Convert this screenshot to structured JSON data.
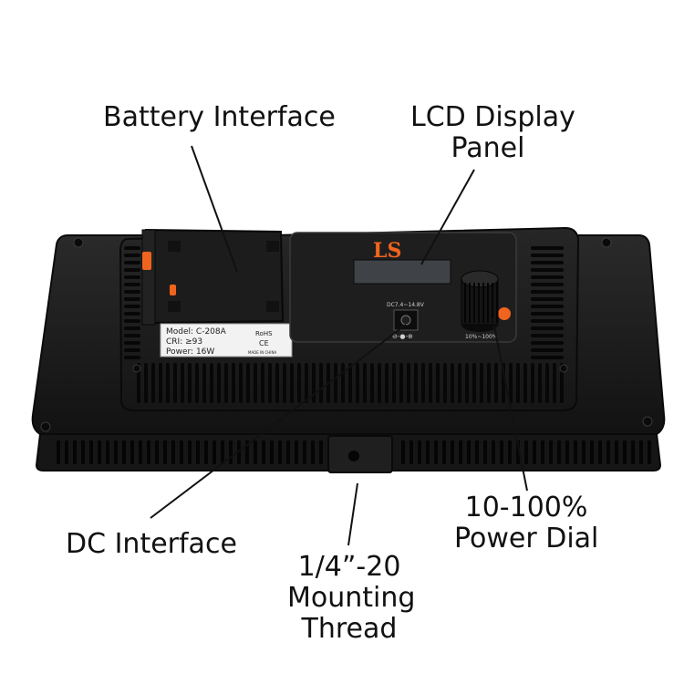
{
  "callouts": {
    "battery_interface": "Battery Interface",
    "lcd_display_panel": [
      "LCD Display",
      "Panel"
    ],
    "dc_interface": "DC Interface",
    "mounting_thread": [
      "1/4”-20",
      "Mounting",
      "Thread"
    ],
    "power_dial": [
      "10-100%",
      "Power Dial"
    ]
  },
  "device": {
    "brand_logo": "LS",
    "dc_rating": "DC7.4~14.8V",
    "dial_range": "10%~100%",
    "label": {
      "model": "Model:  C-208A",
      "cri": "CRI: ≥93",
      "power": "Power:  16W",
      "rohs": "RoHS",
      "ce": "CE",
      "origin": "MADE IN CHINA"
    }
  },
  "colors": {
    "body": "#1b1b1b",
    "body_edge": "#0d0d0d",
    "accent_orange": "#f0641e",
    "lcd": "#3f4347",
    "text": "#111111"
  }
}
